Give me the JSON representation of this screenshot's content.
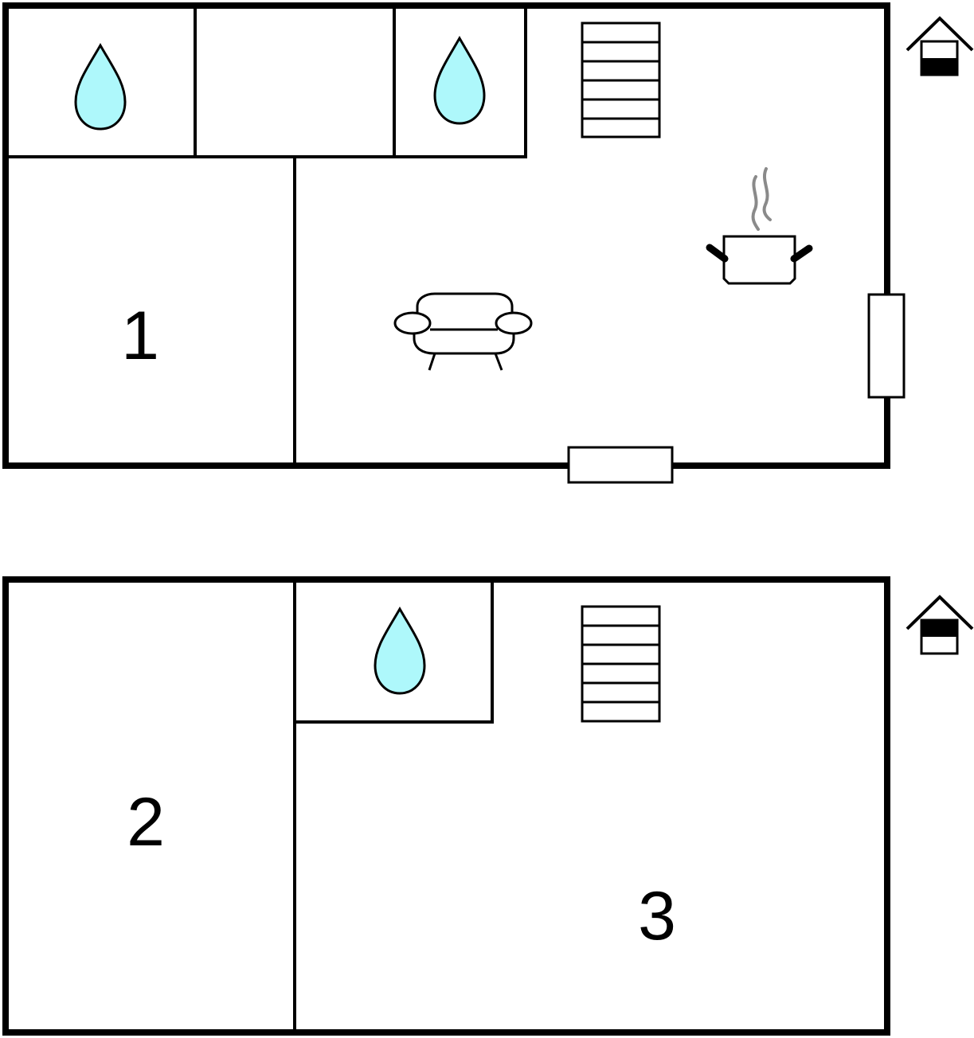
{
  "floors": [
    {
      "name": "ground-floor",
      "rooms": [
        {
          "label": "1"
        }
      ],
      "icons": [
        "water-drop-icon",
        "water-drop-icon",
        "stairs-icon",
        "kitchen-pot-icon",
        "sofa-icon",
        "window-icon",
        "door-icon",
        "house-floor-indicator-icon"
      ],
      "level_indicator": "lower"
    },
    {
      "name": "upper-floor",
      "rooms": [
        {
          "label": "2"
        },
        {
          "label": "3"
        }
      ],
      "icons": [
        "water-drop-icon",
        "stairs-icon",
        "house-floor-indicator-icon"
      ],
      "level_indicator": "upper"
    }
  ],
  "colors": {
    "wall": "#000000",
    "water": "#aef8fb",
    "steam": "#8a8a8a",
    "background": "#ffffff"
  }
}
